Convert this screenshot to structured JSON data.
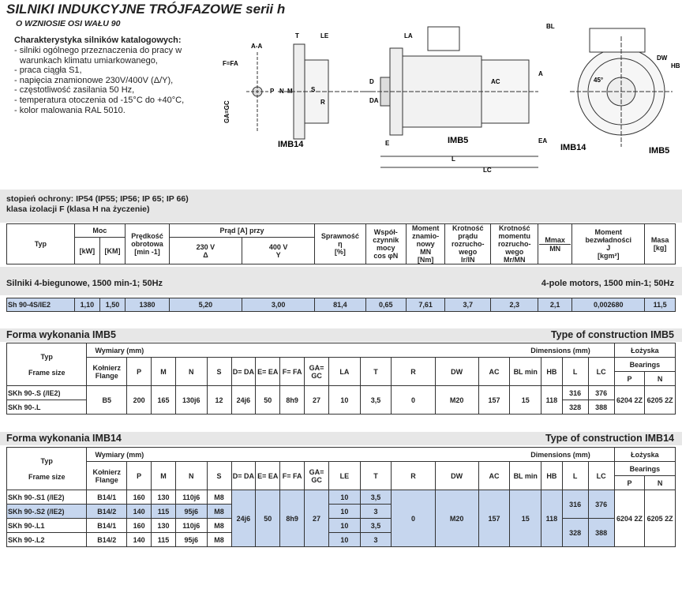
{
  "header": {
    "title": "SILNIKI INDUKCYJNE TRÓJFAZOWE serii h",
    "subtitle": "O WZNIOSIE OSI  WAŁU 90"
  },
  "characteristics": {
    "heading": "Charakterystyka silników katalogowych:",
    "items": [
      "- silniki ogólnego przeznaczenia do pracy w",
      "   warunkach klimatu umiarkowanego,",
      "- praca ciągła S1,",
      "- napięcia znamionowe 230V/400V (Δ/Y),",
      "- częstotliwość zasilania 50 Hz,",
      "- temperatura otoczenia od -15°C do +40°C,",
      "- kolor malowania RAL 5010."
    ]
  },
  "drawing": {
    "labels": {
      "aa": "A-A",
      "ffa": "F=FA",
      "gagc": "GA=GC",
      "p": "P",
      "n": "N",
      "m": "M",
      "t": "T",
      "le": "LE",
      "s": "S",
      "r": "R",
      "imb14": "IMB14",
      "la": "LA",
      "d": "D",
      "da": "DA",
      "e": "E",
      "imb5": "IMB5",
      "ac": "AC",
      "l": "L",
      "lc": "LC",
      "bl": "BL",
      "a": "A",
      "ea": "EA",
      "dw": "DW",
      "hb": "HB",
      "deg": "45°",
      "imb14b": "IMB14",
      "imb5b": "IMB5"
    }
  },
  "protection": {
    "line1": "stopień ochrony: IP54 (IP55; IP56; IP 65; IP 66)",
    "line2": "klasa izolacji F (klasa H na życzenie)"
  },
  "main_table": {
    "typ": "Typ",
    "moc": "Moc",
    "kw": "[kW]",
    "km": "[KM]",
    "predkosc": "Prędkość obrotowa",
    "predkosc_unit": "[min -1]",
    "prad": "Prąd [A] przy",
    "v230": "230 V",
    "v230s": "Δ",
    "v400": "400 V",
    "v400s": "Y",
    "spr": "Sprawność",
    "spr_sym": "η",
    "spr_unit": "[%]",
    "wsp": "Współ- czynnik mocy",
    "wsp_sym": "cos φN",
    "moment": "Moment znamio- nowy",
    "moment_sym": "MN",
    "moment_unit": "[Nm]",
    "kr_prad": "Krotność prądu rozrucho- wego",
    "kr_prad_sym": "Ir/IN",
    "kr_mom": "Krotność momentu rozrucho- wego",
    "kr_mom_sym": "Mr/MN",
    "mmax": "Mmax",
    "mmax_den": "MN",
    "bezwl": "Moment bezwładności",
    "bezwl_sym": "J",
    "bezwl_unit": "[kgm²]",
    "masa": "Masa",
    "masa_unit": "[kg]"
  },
  "band4": {
    "left": "Silniki 4-biegunowe, 1500 min-1; 50Hz",
    "right": "4-pole motors, 1500 min-1; 50Hz"
  },
  "motor_row": [
    "Sh 90-4S/IE2",
    "1,10",
    "1,50",
    "1380",
    "5,20",
    "3,00",
    "81,4",
    "0,65",
    "7,61",
    "3,7",
    "2,3",
    "2,1",
    "0,002680",
    "11,5"
  ],
  "imb5": {
    "left": "Forma wykonania IMB5",
    "right": "Type of construction IMB5"
  },
  "imb14": {
    "left": "Forma wykonania IMB14",
    "right": "Type of construction IMB14"
  },
  "dim_head": {
    "typ": "Typ",
    "frame": "Frame size",
    "wymiary": "Wymiary (mm)",
    "dimensions": "Dimensions (mm)",
    "kolnierz": "Kołnierz",
    "flange": "Flange",
    "lozyska": "Łożyska",
    "bearings": "Bearings",
    "cols": [
      "P",
      "M",
      "N",
      "S",
      "D= DA",
      "E= EA",
      "F= FA",
      "GA= GC",
      "LA",
      "T",
      "R",
      "DW",
      "AC",
      "BL min",
      "HB",
      "L",
      "LC"
    ],
    "p": "P",
    "n": "N"
  },
  "dim_head14": {
    "cols": [
      "P",
      "M",
      "N",
      "S",
      "D= DA",
      "E= EA",
      "F= FA",
      "GA= GC",
      "LE",
      "T",
      "R",
      "DW",
      "AC",
      "BL min",
      "HB",
      "L",
      "LC"
    ]
  },
  "imb5_rows": {
    "types": [
      "SKh 90-.S (/IE2)",
      "SKh 90-.L"
    ],
    "flange": "B5",
    "p": "200",
    "m": "165",
    "n": "130j6",
    "s": "12",
    "d": "24j6",
    "e": "50",
    "f": "8h9",
    "ga": "27",
    "la": "10",
    "t": "3,5",
    "r": "0",
    "dw": "M20",
    "ac": "157",
    "bl": "15",
    "hb": "118",
    "l": [
      "316",
      "328"
    ],
    "lc": [
      "376",
      "388"
    ],
    "bp": "6204 2Z",
    "bn": "6205 2Z"
  },
  "imb14_rows": {
    "rows": [
      [
        "SKh 90-.S1 (/IE2)",
        "B14/1",
        "160",
        "130",
        "110j6",
        "M8",
        "10",
        "3,5"
      ],
      [
        "SKh 90-.S2 (/IE2)",
        "B14/2",
        "140",
        "115",
        "95j6",
        "M8",
        "10",
        "3"
      ],
      [
        "SKh 90-.L1",
        "B14/1",
        "160",
        "130",
        "110j6",
        "M8",
        "10",
        "3,5"
      ],
      [
        "SKh 90-.L2",
        "B14/2",
        "140",
        "115",
        "95j6",
        "M8",
        "10",
        "3"
      ]
    ],
    "d": "24j6",
    "e": "50",
    "f": "8h9",
    "ga": "27",
    "r": "0",
    "dw": "M20",
    "ac": "157",
    "bl": "15",
    "hb": "118",
    "l": [
      "316",
      "328"
    ],
    "lc": [
      "376",
      "388"
    ],
    "bp": "6204 2Z",
    "bn": "6205 2Z"
  },
  "colors": {
    "blue": "#c6d6ee",
    "grey": "#e7e7e7"
  }
}
